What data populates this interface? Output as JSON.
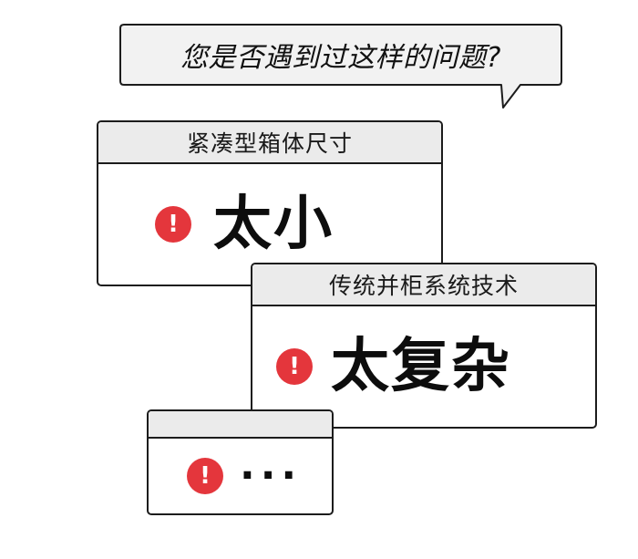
{
  "bubble": {
    "question": "您是否遇到过这样的问题?"
  },
  "dialogs": [
    {
      "title": "紧凑型箱体尺寸",
      "message": "太小",
      "icon": "exclamation-icon"
    },
    {
      "title": "传统并柜系统技术",
      "message": "太复杂",
      "icon": "exclamation-icon"
    },
    {
      "title": "",
      "message": "···",
      "icon": "exclamation-icon"
    }
  ],
  "colors": {
    "alert_red": "#e4363c",
    "titlebar_gray": "#ebebeb",
    "border": "#1c1c1c"
  },
  "icon_glyph": "!"
}
